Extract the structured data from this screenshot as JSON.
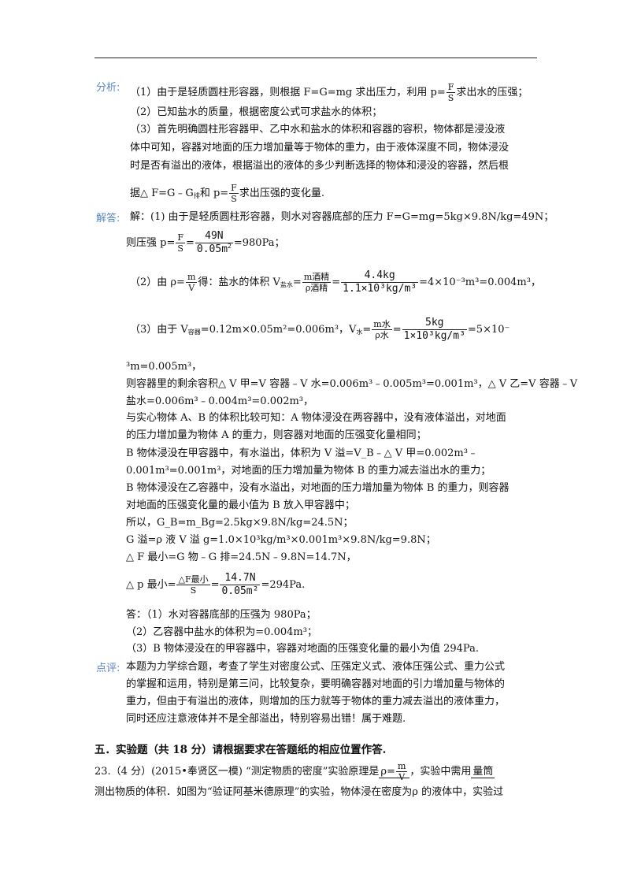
{
  "labels": {
    "analysis": "分析:",
    "answer": "解答:",
    "comment": "点评:"
  },
  "analysis": [
    "（1）由于是轻质圆柱形容器，则根据 F=G=mg 求出压力，利用 p=",
    "求出水的压强；",
    "（2）已知盐水的质量，根据密度公式可求盐水的体积；",
    "（3）首先明确圆柱形容器甲、乙中水和盐水的体积和容器的容积，物体都是浸没液",
    "体中可知，容器对地面的压力增加量等于物体的重力，由于液体深度不同，物体浸没",
    "时是否有溢出的液体，根据溢出的液体的多少判断选择的物体和浸没的容器，然后根",
    "据△ F=G﹣G",
    "排",
    "和 p=",
    "求出压强的变化量."
  ],
  "answer": {
    "l1": "解：(1) 由于是轻质圆柱形容器，则水对容器底部的压力 F=G=mg=5kg×9.8N/kg=49N；",
    "l2a": "则压强 p=",
    "l2n": "49N",
    "l2d": "0.05m",
    "l2b": "=980Pa；",
    "l3a": "（2）由 ρ=",
    "l3b": "得：盐水的体积 V",
    "l3sub": "盐水",
    "l3n1": "m酒精",
    "l3d1": "ρ酒精",
    "l3n2": "4.4kg",
    "l3d2": "1.1×10³kg/m³",
    "l3c": "=4×10⁻³m³=0.004m³，",
    "l4a": "（3）由于 V",
    "l4sub1": "容器",
    "l4b": "=0.12m×0.05m²=0.006m³，V",
    "l4sub2": "水",
    "l4n1": "m水",
    "l4d1": "ρ水",
    "l4n2": "5kg",
    "l4d2": "1×10³kg/m³",
    "l4c": "=5×10⁻",
    "l5": "³m=0.005m³，",
    "l6": "则容器里的剩余容积△ V 甲=V 容器﹣V 水=0.006m³﹣0.005m³=0.001m³，△ V 乙=V 容器﹣V",
    "l7": "盐水=0.006m³﹣0.004m³=0.002m³，",
    "l8": "与实心物体 A、B 的体积比较可知：A 物体浸没在两容器中，没有液体溢出，对地面",
    "l9": "的压力增加量为物体 A 的重力，则容器对地面的压强变化量相同；",
    "l10": "B 物体浸没在甲容器中，有水溢出，体积为 V 溢=V_B﹣△ V 甲=0.002m³﹣",
    "l11": "0.001m³=0.001m³，对地面的压力增加量为物体 B 的重力减去溢出水的重力；",
    "l12": "B 物体浸没在乙容器中，没有水溢出，对地面的压力增加量为物体 B 的重力，则容器",
    "l13": "对地面的压强变化量的最小值为 B 放入甲容器中；",
    "l14": "所以，G_B=m_Bg=2.5kg×9.8N/kg=24.5N；",
    "l15": "G 溢=ρ 液 V 溢 g=1.0×10³kg/m³×0.001m³×9.8N/kg=9.8N；",
    "l16": "△ F 最小=G 物﹣G 排=24.5N﹣9.8N=14.7N，",
    "l17a": "△ p 最小=",
    "l17n1": "△F最小",
    "l17d1": "S",
    "l17n2": "14.7N",
    "l17d2": "0.05m²",
    "l17b": "=294Pa.",
    "l18": "答：（1）水对容器底部的压强为 980Pa；",
    "l19": "（2）乙容器中盐水的体积为=0.004m³；",
    "l20": "（3）B 物体浸没在的甲容器中，容器对地面的压强变化量的最小为值 294Pa."
  },
  "comment": [
    "本题为力学综合题，考查了学生对密度公式、压强定义式、液体压强公式、重力公式",
    "的掌握和运用，特别是第三问，比较复杂，要明确容器对地面的引力增加量与物体的",
    "重力，但由于有溢出的液体，则增加的压力就等于物体的重力减去溢出的液体重力，",
    "同时还应注意液体并不是全部溢出，特别容易出错！属于难题."
  ],
  "frac": {
    "F": "F",
    "S": "S",
    "m": "m",
    "V": "V"
  },
  "section": "五．实验题（共 18 分）请根据要求在答题纸的相应位置作答.",
  "q23": {
    "l1a": "23.（4 分）(2015•奉贤区一模) “测定物质的密度”实验原理是",
    "rho": "ρ=",
    "l1b": "，实验中需用",
    "tool": "量筒",
    "l2": "测出物质的体积．如图为“验证阿基米德原理”的实验，物体浸在密度为ρ 的液体中，实验过"
  }
}
